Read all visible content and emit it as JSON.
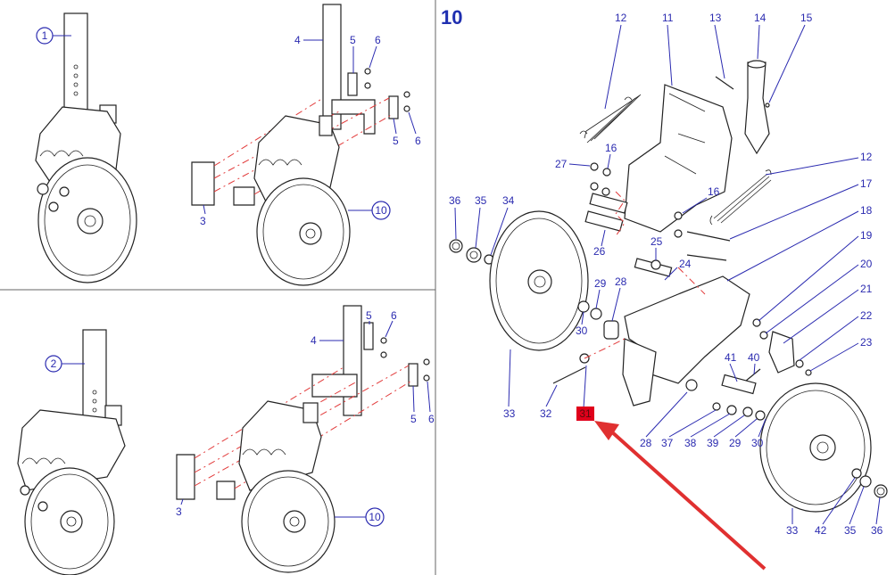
{
  "colors": {
    "label": "#2b2bb0",
    "highlight": "#e0001b",
    "arrow": "#e03030"
  },
  "panels": {
    "top_left": {
      "callouts": [
        "1"
      ]
    },
    "top_middle": {
      "callouts": [
        "4",
        "5",
        "6",
        "5",
        "6",
        "3",
        "10"
      ]
    },
    "bottom_left": {
      "callouts": [
        "2"
      ]
    },
    "bottom_mid": {
      "callouts": [
        "4",
        "5",
        "6",
        "5",
        "6",
        "3",
        "10"
      ]
    },
    "detail": {
      "title": "10",
      "highlight_label": "31",
      "labels": [
        "12",
        "11",
        "13",
        "14",
        "15",
        "27",
        "16",
        "12",
        "17",
        "16",
        "36",
        "35",
        "34",
        "18",
        "25",
        "24",
        "26",
        "19",
        "29",
        "28",
        "20",
        "30",
        "21",
        "22",
        "41",
        "40",
        "23",
        "33",
        "32",
        "28",
        "37",
        "38",
        "39",
        "29",
        "30",
        "33",
        "42",
        "35",
        "36"
      ]
    }
  }
}
